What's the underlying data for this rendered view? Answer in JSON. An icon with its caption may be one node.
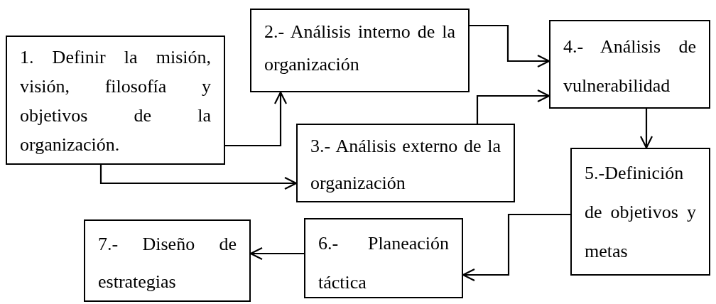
{
  "diagram": {
    "nodes": [
      {
        "text": [
          "1. Definir la misión, visión, filosofía y objetivos de la organización."
        ]
      },
      {
        "text": [
          "2.- Análisis interno de la organización"
        ]
      },
      {
        "text": [
          "3.- Análisis externo de la organización"
        ]
      },
      {
        "text": [
          "4.- Análisis de vulnerabilidad"
        ]
      },
      {
        "text": [
          "5.-Definición de objetivos y metas"
        ]
      },
      {
        "text": [
          "6.- Planeación táctica"
        ]
      },
      {
        "text": [
          "7.- Diseño de estrategias"
        ]
      }
    ],
    "edges": [
      {
        "from": 0,
        "to": 1,
        "arrow": "to"
      },
      {
        "from": 0,
        "to": 2,
        "arrow": "to"
      },
      {
        "from": 1,
        "to": 3,
        "arrow": "to"
      },
      {
        "from": 2,
        "to": 3,
        "arrow": "to"
      },
      {
        "from": 3,
        "to": 4,
        "arrow": "to"
      },
      {
        "from": 4,
        "to": 5,
        "arrow": "to"
      },
      {
        "from": 5,
        "to": 6,
        "arrow": "to"
      }
    ]
  }
}
